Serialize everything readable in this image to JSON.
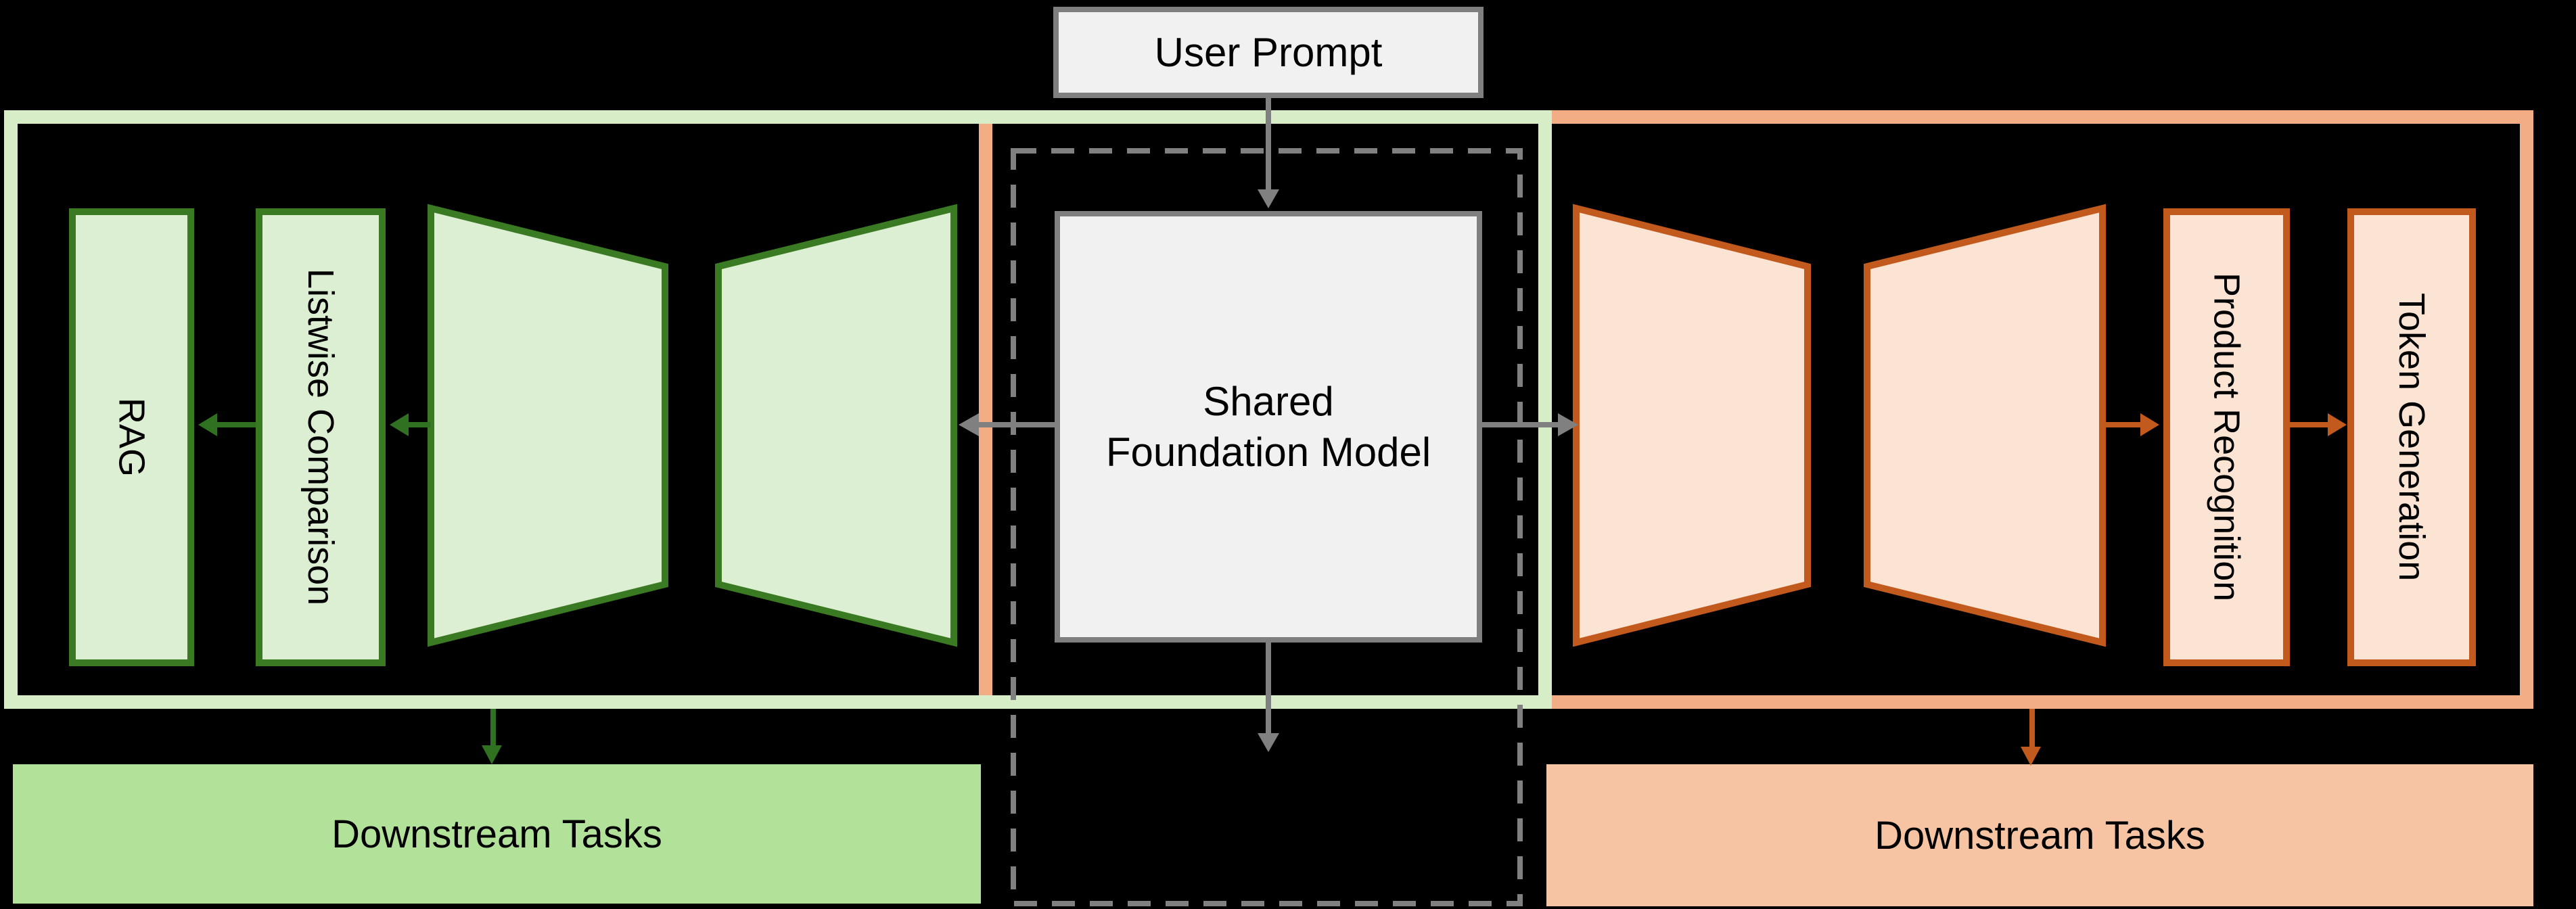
{
  "user_prompt": {
    "label": "User Prompt"
  },
  "shared_model": {
    "line1": "Shared",
    "line2": "Foundation Model"
  },
  "green_pipeline": {
    "rag_label": "RAG",
    "listwise_label": "Listwise Comparison",
    "downstream_label": "Downstream Tasks"
  },
  "orange_pipeline": {
    "product_label": "Product Recognition",
    "token_label": "Token Generation",
    "downstream_label": "Downstream Tasks"
  },
  "colors": {
    "green_container": "#d6edc7",
    "green_fill": "#dcefd2",
    "green_border": "#3a7a22",
    "green_arrow": "#2f7021",
    "green_bar": "#b2e199",
    "orange_container": "#f3ad84",
    "orange_fill": "#fce4d4",
    "orange_border": "#c35a1d",
    "orange_arrow": "#c35a1d",
    "orange_bar": "#f6c4a2",
    "gray_fill": "#f1f1f1",
    "gray_border": "#7f7f7f",
    "gray_arrow": "#808080",
    "text": "#000000"
  }
}
